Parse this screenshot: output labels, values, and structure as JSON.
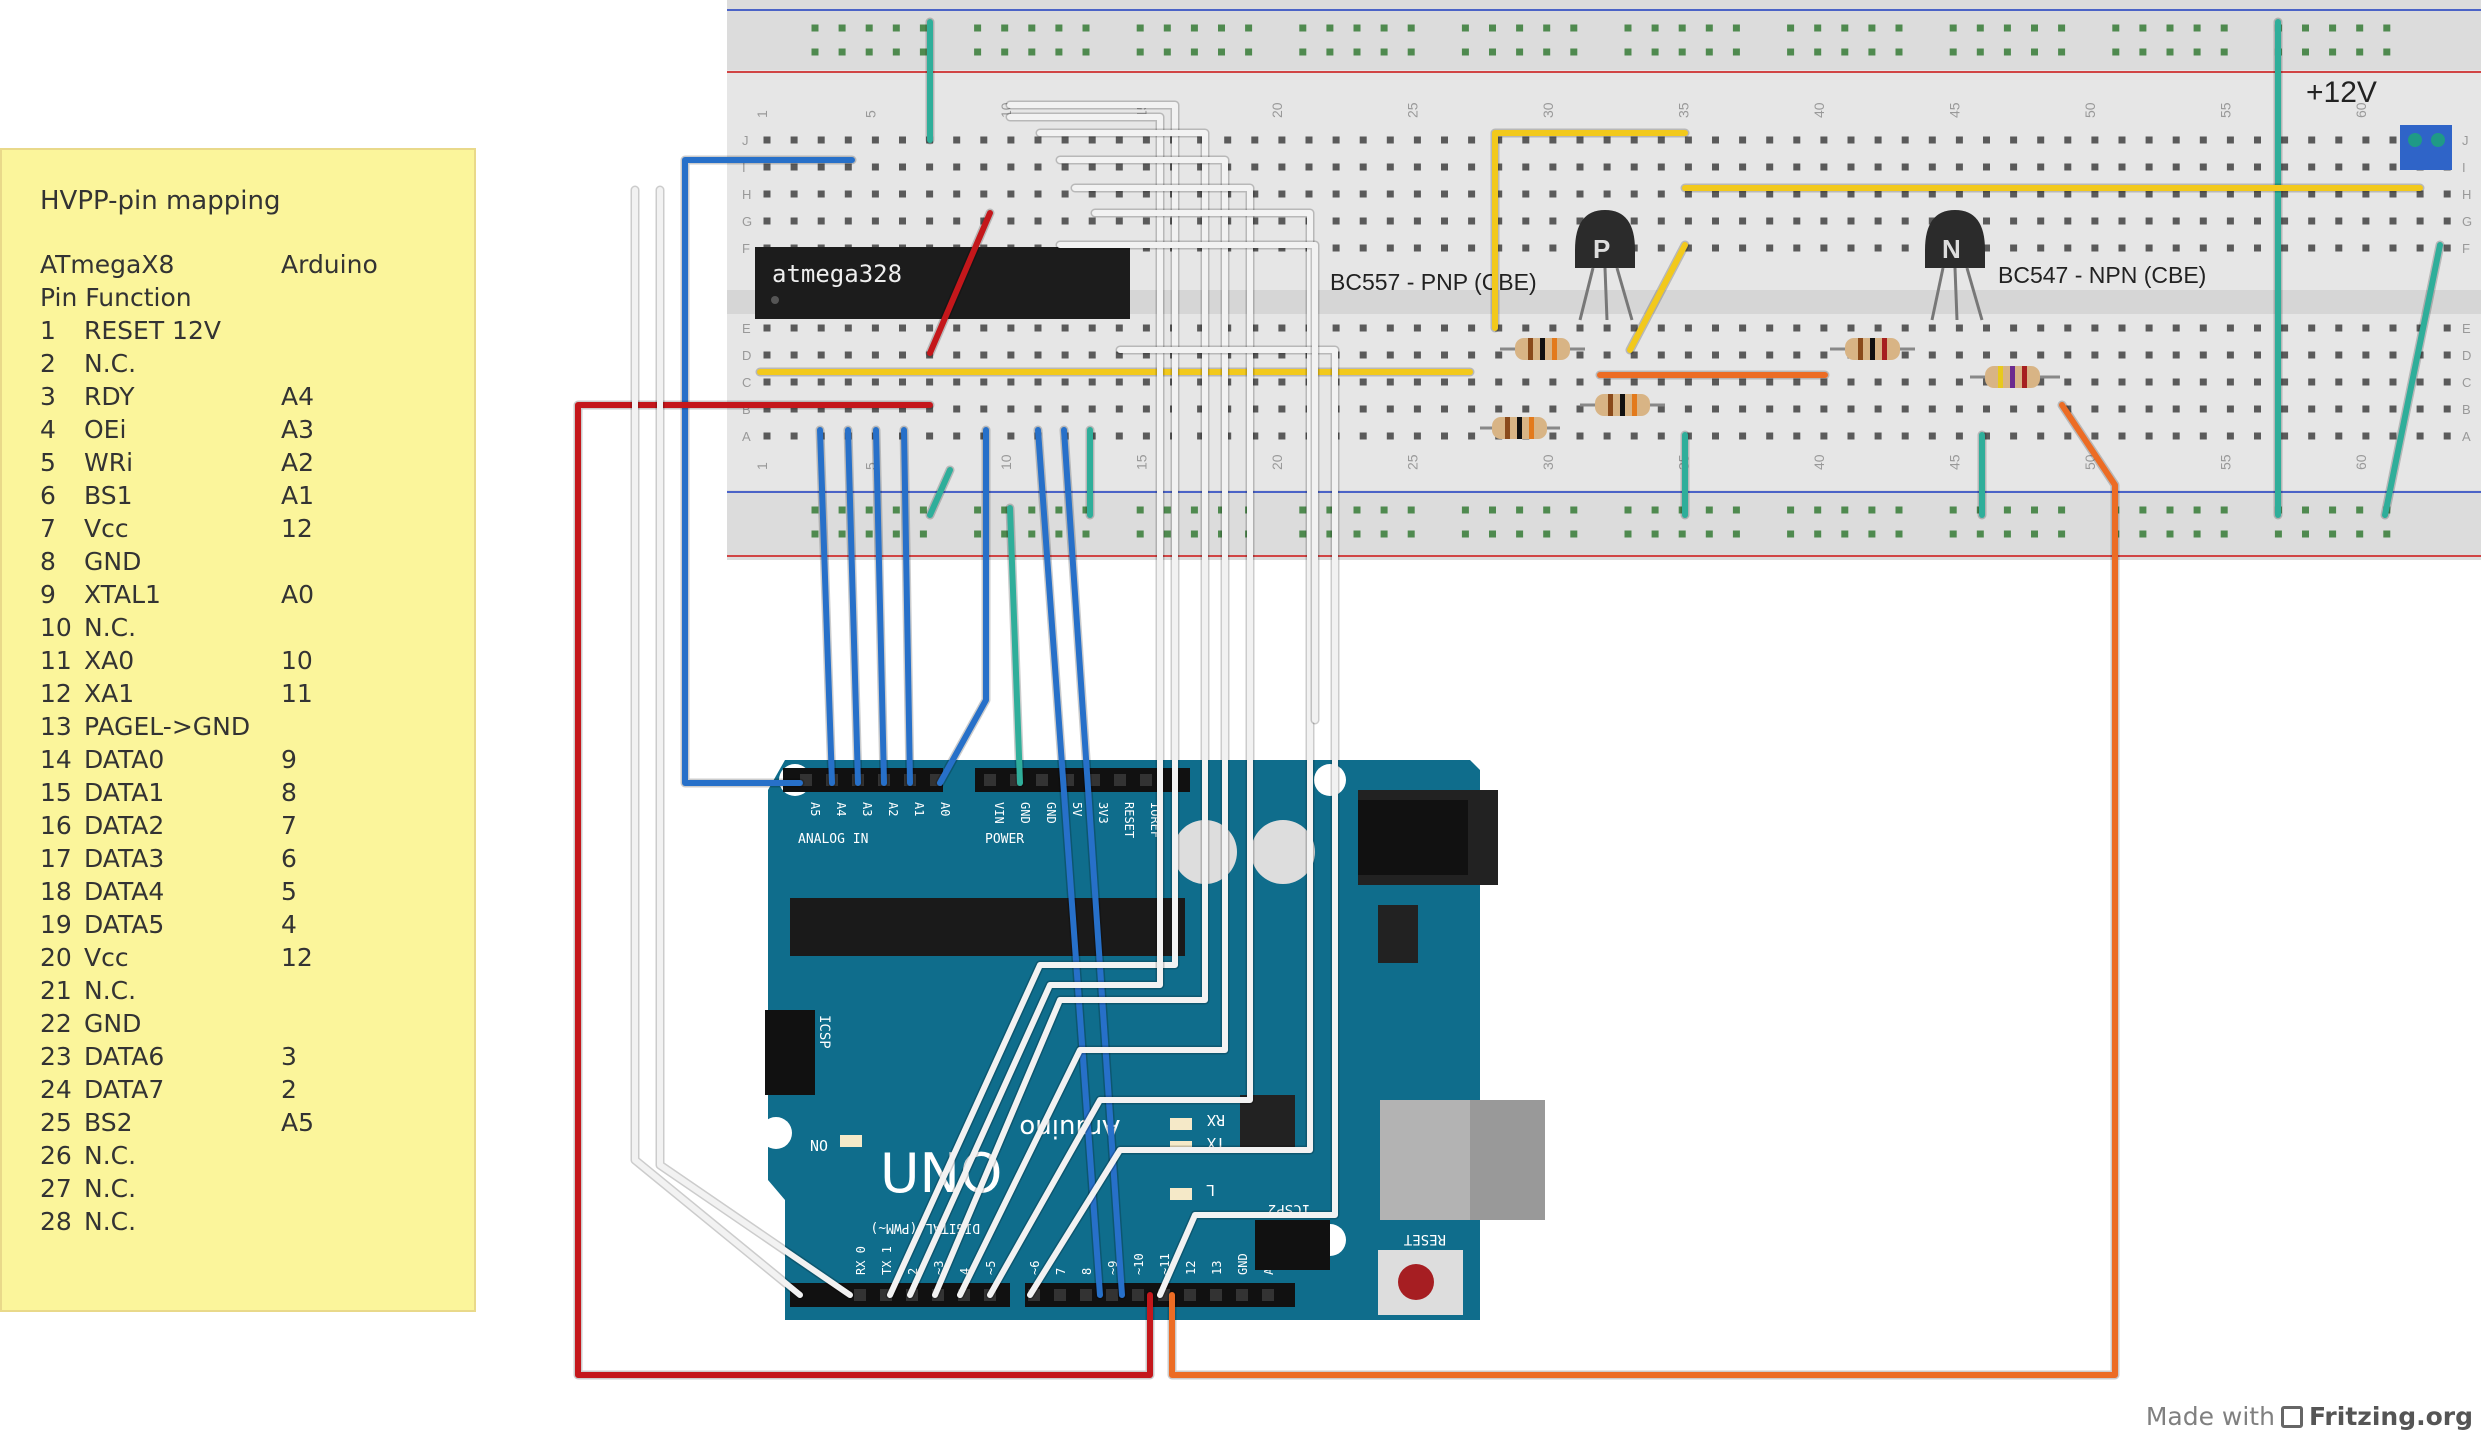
{
  "note": {
    "title": "HVPP-pin mapping",
    "header_chip": "ATmegaX8",
    "header_board": "Arduino",
    "header_pin": "Pin Function",
    "rows": [
      {
        "num": "1",
        "fn": "RESET 12V",
        "ard": ""
      },
      {
        "num": "2",
        "fn": "N.C.",
        "ard": ""
      },
      {
        "num": "3",
        "fn": "RDY",
        "ard": "A4"
      },
      {
        "num": "4",
        "fn": "OEi",
        "ard": "A3"
      },
      {
        "num": "5",
        "fn": "WRi",
        "ard": "A2"
      },
      {
        "num": "6",
        "fn": "BS1",
        "ard": "A1"
      },
      {
        "num": "7",
        "fn": "Vcc",
        "ard": "12"
      },
      {
        "num": "8",
        "fn": "GND",
        "ard": ""
      },
      {
        "num": "9",
        "fn": "XTAL1",
        "ard": "A0"
      },
      {
        "num": "10",
        "fn": "N.C.",
        "ard": ""
      },
      {
        "num": "11",
        "fn": "XA0",
        "ard": "10"
      },
      {
        "num": "12",
        "fn": "XA1",
        "ard": "11"
      },
      {
        "num": "13",
        "fn": "PAGEL->GND",
        "ard": ""
      },
      {
        "num": "14",
        "fn": "DATA0",
        "ard": "9"
      },
      {
        "num": "15",
        "fn": "DATA1",
        "ard": "8"
      },
      {
        "num": "16",
        "fn": "DATA2",
        "ard": "7"
      },
      {
        "num": "17",
        "fn": "DATA3",
        "ard": "6"
      },
      {
        "num": "18",
        "fn": "DATA4",
        "ard": "5"
      },
      {
        "num": "19",
        "fn": "DATA5",
        "ard": "4"
      },
      {
        "num": "20",
        "fn": "Vcc",
        "ard": "12"
      },
      {
        "num": "21",
        "fn": "N.C.",
        "ard": ""
      },
      {
        "num": "22",
        "fn": "GND",
        "ard": ""
      },
      {
        "num": "23",
        "fn": "DATA6",
        "ard": "3"
      },
      {
        "num": "24",
        "fn": "DATA7",
        "ard": "2"
      },
      {
        "num": "25",
        "fn": "BS2",
        "ard": "A5"
      },
      {
        "num": "26",
        "fn": "N.C.",
        "ard": ""
      },
      {
        "num": "27",
        "fn": "N.C.",
        "ard": ""
      },
      {
        "num": "28",
        "fn": "N.C.",
        "ard": ""
      }
    ]
  },
  "breadboard": {
    "chip_label": "atmega328",
    "pnp_label": "BC557 - PNP (CBE)",
    "npn_label": "BC547 - NPN (CBE)",
    "pnp_mark": "P",
    "npn_mark": "N",
    "supply_label": "+12V",
    "col_numbers": [
      "1",
      "5",
      "10",
      "15",
      "20",
      "25",
      "30",
      "35",
      "40",
      "45",
      "50",
      "55",
      "60"
    ],
    "row_letters_top": [
      "J",
      "I",
      "H",
      "G",
      "F"
    ],
    "row_letters_bottom": [
      "E",
      "D",
      "C",
      "B",
      "A"
    ]
  },
  "arduino": {
    "analog_pins": [
      "A5",
      "A4",
      "A3",
      "A2",
      "A1",
      "A0"
    ],
    "analog_header": "ANALOG IN",
    "power_pins": [
      "VIN",
      "GND",
      "GND",
      "5V",
      "3V3",
      "RESET",
      "IOREF"
    ],
    "power_header": "POWER",
    "digital_pins": [
      "AREF",
      "GND",
      "13",
      "12",
      "~11",
      "~10",
      "~9",
      "8",
      "7",
      "~6",
      "~5",
      "4",
      "~3",
      "2",
      "TX 1",
      "RX 0"
    ],
    "digital_header": "DIGITAL (PWM~)",
    "icsp_label": "ICSP",
    "icsp2_label": "ICSP2",
    "on_label": "ON",
    "tx_label": "TX",
    "rx_label": "RX",
    "l_label": "L",
    "reset_label": "RESET",
    "logo_text": "UNO",
    "brand_text": "Arduino"
  },
  "colors": {
    "board": "#0f6d8c",
    "breadboard": "#e8e8e8",
    "wire_blue": "#2770c9",
    "wire_white": "#f2f2f2",
    "wire_red": "#c4171b",
    "wire_yellow": "#f2c91c",
    "wire_orange": "#ec6c24",
    "wire_green": "#2fae9a"
  },
  "watermark": {
    "prefix": "Made with",
    "brand": "Fritzing.org"
  }
}
